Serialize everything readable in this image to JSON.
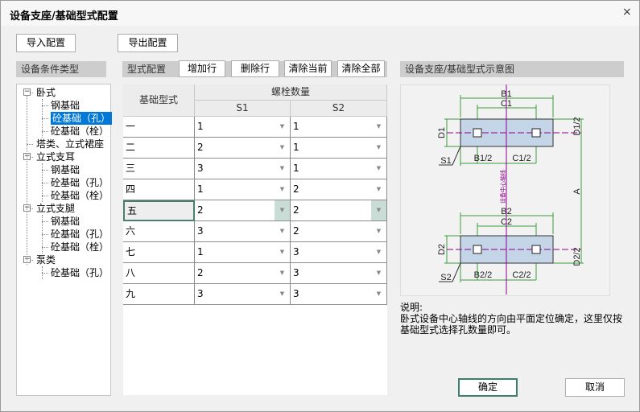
{
  "window": {
    "title": "设备支座/基础型式配置",
    "close": "×"
  },
  "toolbar": {
    "import": "导入配置",
    "export": "导出配置"
  },
  "left": {
    "header": "设备条件类型",
    "tree": [
      {
        "label": "卧式",
        "level": 0,
        "expander": "−"
      },
      {
        "label": "钢基础",
        "level": 1
      },
      {
        "label": "砼基础（孔）",
        "level": 1,
        "selected": true
      },
      {
        "label": "砼基础（栓）",
        "level": 1
      },
      {
        "label": "塔类、立式裙座",
        "level": 0
      },
      {
        "label": "立式支耳",
        "level": 0,
        "expander": "−"
      },
      {
        "label": "钢基础",
        "level": 1
      },
      {
        "label": "砼基础（孔）",
        "level": 1
      },
      {
        "label": "砼基础（栓）",
        "level": 1
      },
      {
        "label": "立式支腿",
        "level": 0,
        "expander": "−"
      },
      {
        "label": "钢基础",
        "level": 1
      },
      {
        "label": "砼基础（孔）",
        "level": 1
      },
      {
        "label": "砼基础（栓）",
        "level": 1
      },
      {
        "label": "泵类",
        "level": 0,
        "expander": "−"
      },
      {
        "label": "砼基础（孔）",
        "level": 1
      }
    ]
  },
  "middle": {
    "header": "型式配置",
    "add_row": "增加行",
    "delete_row": "删除行",
    "clear_current": "清除当前",
    "clear_all": "清除全部",
    "columns": {
      "type": "基础型式",
      "group": "螺栓数量",
      "s1": "S1",
      "s2": "S2"
    },
    "rows": [
      {
        "type": "一",
        "s1": "1",
        "s2": "1"
      },
      {
        "type": "二",
        "s1": "2",
        "s2": "1"
      },
      {
        "type": "三",
        "s1": "3",
        "s2": "1"
      },
      {
        "type": "四",
        "s1": "1",
        "s2": "2"
      },
      {
        "type": "五",
        "s1": "2",
        "s2": "2",
        "editing": true
      },
      {
        "type": "六",
        "s1": "3",
        "s2": "2"
      },
      {
        "type": "七",
        "s1": "1",
        "s2": "3"
      },
      {
        "type": "八",
        "s1": "2",
        "s2": "3"
      },
      {
        "type": "九",
        "s1": "3",
        "s2": "3"
      }
    ]
  },
  "right": {
    "header": "设备支座/基础型式示意图",
    "diagram": {
      "B1": "B1",
      "C1": "C1",
      "D1": "D1",
      "D1_2": "D1/2",
      "S1": "S1",
      "B1_2": "B1/2",
      "C1_2": "C1/2",
      "axis": "设备中心轴线",
      "A": "A",
      "B2": "B2",
      "C2": "C2",
      "D2": "D2",
      "D2_2": "D2/2",
      "S2": "S2",
      "B2_2": "B2/2",
      "C2_2": "C2/2"
    },
    "note_title": "说明:",
    "note_text": "卧式设备中心轴线的方向由平面定位确定，这里仅按基础型式选择孔数量即可。"
  },
  "footer": {
    "ok": "确定",
    "cancel": "取消"
  },
  "colors": {
    "selection": "#0078d7",
    "dim": "#3c9a3c",
    "axis": "#8b008b",
    "plate": "#c5d5e8"
  }
}
